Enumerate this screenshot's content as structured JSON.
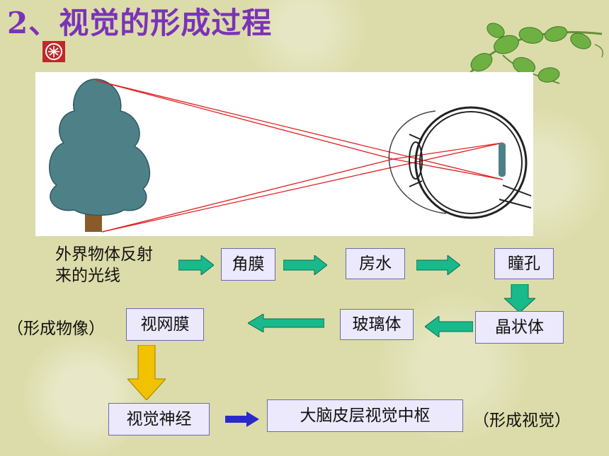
{
  "title": "2、视觉的形成过程",
  "colors": {
    "title": "#7a33b8",
    "arrow_green": "#18b98a",
    "arrow_yellow": "#f2c200",
    "arrow_blue": "#2a2acc",
    "ray_red": "#e02020",
    "tree": "#4e8187",
    "trunk": "#8b5a2b"
  },
  "flow": {
    "source_line1": "外界物体反射",
    "source_line2": "来的光线",
    "cornea": "角膜",
    "aqueous": "房水",
    "pupil": "瞳孔",
    "lens": "晶状体",
    "vitreous": "玻璃体",
    "retina": "视网膜",
    "retina_note": "（形成物像）",
    "optic_nerve": "视觉神经",
    "cortex": "大脑皮层视觉中枢",
    "cortex_note": "（形成视觉）"
  }
}
